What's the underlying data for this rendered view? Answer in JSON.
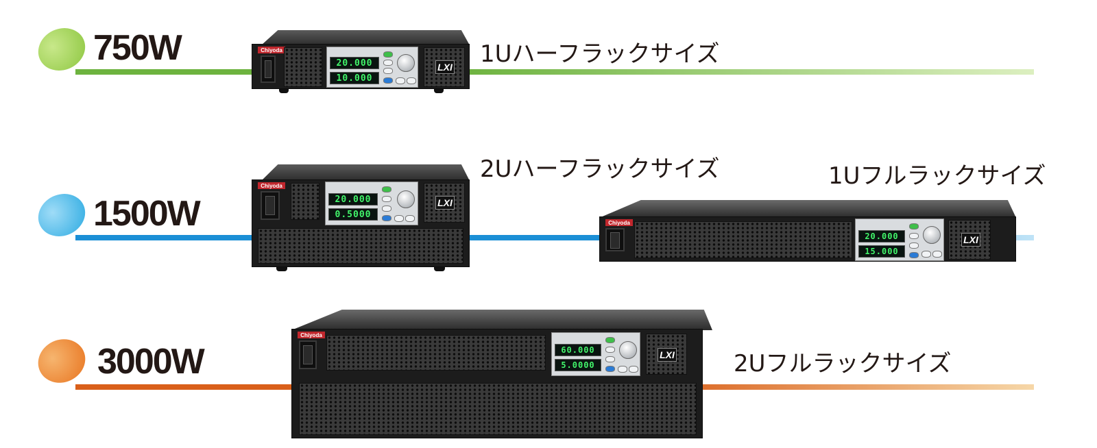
{
  "rows": [
    {
      "watt": "750W",
      "size_label": "1Uハーフラックサイズ",
      "blob_color": "#8cc63f",
      "line_color": "#6db33f",
      "line_end_color": "#dcefc0",
      "device": {
        "brand": "Chiyoda",
        "lxi": "LXI",
        "display_v": "20.000",
        "display_a": "10.000"
      }
    },
    {
      "watt": "1500W",
      "size_label": "2Uハーフラックサイズ",
      "blob_color": "#29a9e1",
      "line_color": "#1b8fd6",
      "line_end_color": "#bfe3f7",
      "device": {
        "brand": "Chiyoda",
        "lxi": "LXI",
        "display_v": "20.000",
        "display_a": "0.5000"
      }
    },
    {
      "watt": "",
      "size_label": "1Uフルラックサイズ",
      "device": {
        "brand": "Chiyoda",
        "lxi": "LXI",
        "display_v": "20.000",
        "display_a": "15.000"
      }
    },
    {
      "watt": "3000W",
      "size_label": "2Uフルラックサイズ",
      "blob_color": "#e8731e",
      "line_color": "#d95f1a",
      "line_end_color": "#f6d7a8",
      "device": {
        "brand": "Chiyoda",
        "lxi": "LXI",
        "display_v": "60.000",
        "display_a": "5.0000"
      }
    }
  ]
}
